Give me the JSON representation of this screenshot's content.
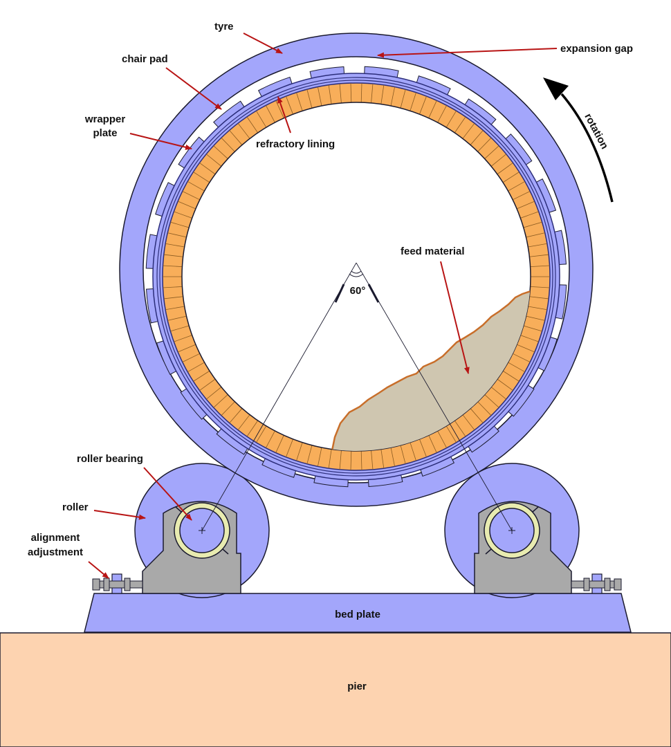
{
  "labels": {
    "tyre": "tyre",
    "expansion_gap": "expansion gap",
    "chair_pad": "chair pad",
    "wrapper_plate_1": "wrapper",
    "wrapper_plate_2": "plate",
    "refractory_lining": "refractory lining",
    "rotation": "rotation",
    "feed_material": "feed material",
    "angle": "60°",
    "roller_bearing": "roller bearing",
    "roller": "roller",
    "alignment_adjustment_1": "alignment",
    "alignment_adjustment_2": "adjustment",
    "bed_plate": "bed plate",
    "pier": "pier"
  },
  "colors": {
    "tyre": "#a3a6fb",
    "outline": "#1a1a2e",
    "brick": "#f8ae5a",
    "brick_line": "#8a5a20",
    "shell_line": "#2b2d7a",
    "feed": "#cfc6b0",
    "feed_edge": "#c86e2a",
    "pedestal": "#a9a9a9",
    "bearing_ring": "#e8ebb0",
    "pier": "#fdd3b0",
    "arrow": "#b81414",
    "rotation_arrow": "#000000"
  },
  "angle_degrees": 60
}
